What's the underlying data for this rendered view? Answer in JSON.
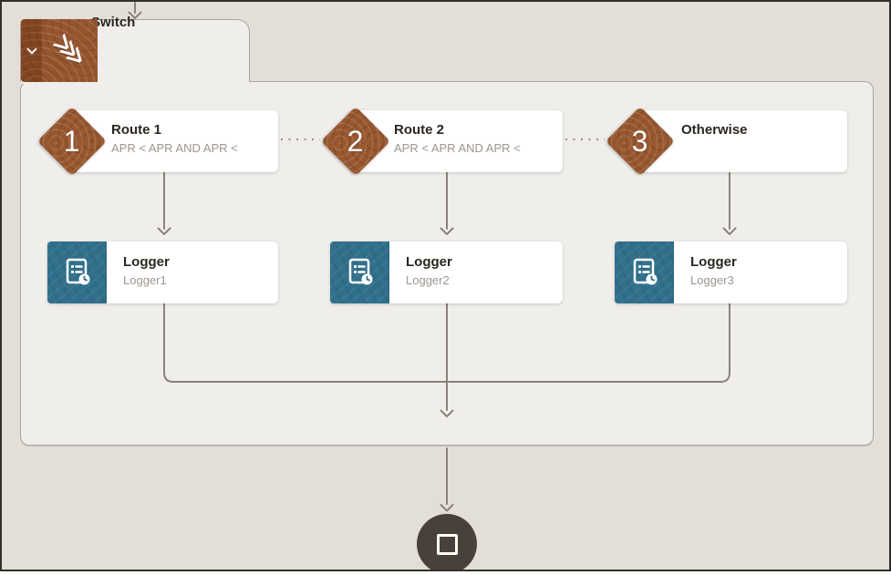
{
  "scope": {
    "label": "Switch",
    "icon": "switch-branch-icon",
    "collapse_icon": "chevron-down-icon"
  },
  "routes": [
    {
      "number": "1",
      "title": "Route 1",
      "subtitle": "APR < APR AND APR <"
    },
    {
      "number": "2",
      "title": "Route 2",
      "subtitle": "APR < APR AND APR <"
    },
    {
      "number": "3",
      "title": "Otherwise",
      "subtitle": ""
    }
  ],
  "loggers": [
    {
      "title": "Logger",
      "subtitle": "Logger1",
      "icon": "logger-icon"
    },
    {
      "title": "Logger",
      "subtitle": "Logger2",
      "icon": "logger-icon"
    },
    {
      "title": "Logger",
      "subtitle": "Logger3",
      "icon": "logger-icon"
    }
  ],
  "stop": {
    "icon": "stop-icon"
  },
  "colors": {
    "canvas_bg": "#e3dfd8",
    "scope_bg": "#f0eeea",
    "scope_border": "#aba49b",
    "route_brown": "#98572f",
    "logger_teal": "#31708c",
    "stop_dark": "#48413a",
    "wire_gray": "#8a817a",
    "title_text": "#2b2620",
    "subtitle_text": "#9c968e",
    "frame_border": "#32302c"
  }
}
